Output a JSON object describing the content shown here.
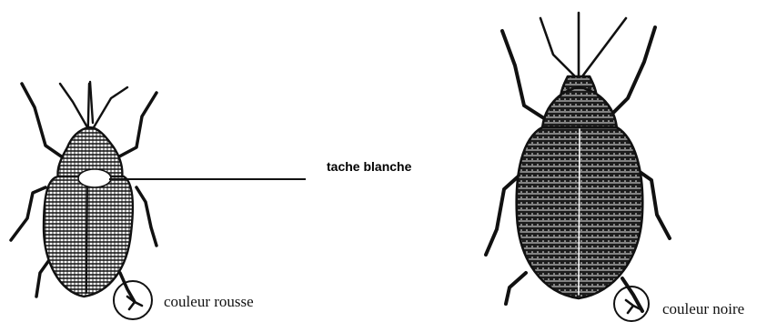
{
  "figure": {
    "labels": {
      "left_color": "couleur rousse",
      "right_color": "couleur noire",
      "spot": "tache blanche"
    },
    "colors": {
      "ink": "#111111",
      "body_fill": "#2a2a2a",
      "highlight": "#ffffff"
    }
  }
}
